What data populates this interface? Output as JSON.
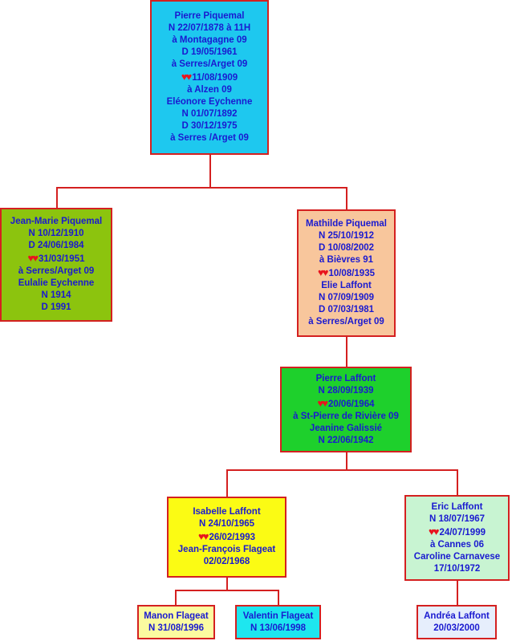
{
  "persons": {
    "pierre_piquemal": {
      "color": "#1ec8ef",
      "lines": [
        "Pierre Piquemal",
        "N 22/07/1878 à 11H",
        "à Montagagne 09",
        "D 19/05/1961",
        "à Serres/Arget 09",
        "11/08/1909",
        "à Alzen 09",
        "Eléonore Eychenne",
        "N 01/07/1892",
        "D 30/12/1975",
        "à Serres /Arget 09"
      ]
    },
    "jean_marie_piquemal": {
      "color": "#8cc40e",
      "lines": [
        "Jean-Marie Piquemal",
        "N 10/12/1910",
        "D 24/06/1984",
        "31/03/1951",
        "à Serres/Arget 09",
        "Eulalie Eychenne",
        "N 1914",
        "D 1991"
      ]
    },
    "mathilde_piquemal": {
      "color": "#f8c69c",
      "lines": [
        "Mathilde Piquemal",
        "N 25/10/1912",
        "D 10/08/2002",
        "à Bièvres 91",
        "10/08/1935",
        "Elie Laffont",
        "N 07/09/1909",
        "D 07/03/1981",
        "à Serres/Arget 09"
      ]
    },
    "pierre_laffont": {
      "color": "#1ed02c",
      "lines": [
        "Pierre Laffont",
        "N 28/09/1939",
        "20/06/1964",
        "à St-Pierre de Rivière 09",
        "Jeanine Galissié",
        "N 22/06/1942"
      ]
    },
    "isabelle_laffont": {
      "color": "#fbfb14",
      "lines": [
        "Isabelle Laffont",
        "N 24/10/1965",
        "26/02/1993",
        "Jean-François Flageat",
        "02/02/1968"
      ]
    },
    "eric_laffont": {
      "color": "#c8f4d2",
      "lines": [
        "Eric Laffont",
        "N 18/07/1967",
        "24/07/1999",
        "à Cannes 06",
        "Caroline Carnavese",
        "17/10/1972"
      ]
    },
    "manon_flageat": {
      "color": "#fbfba0",
      "lines": [
        "Manon Flageat",
        "N 31/08/1996"
      ]
    },
    "valentin_flageat": {
      "color": "#1ee6ef",
      "lines": [
        "Valentin Flageat",
        "N 13/06/1998"
      ]
    },
    "andrea_laffont": {
      "color": "#e6eefc",
      "lines": [
        "Andréa Laffont",
        "20/03/2000"
      ]
    }
  },
  "marriage_icon": "two-hearts-icon",
  "colors": {
    "border": "#d42020",
    "text": "#1a1ad0",
    "heart": "#e8141e"
  }
}
